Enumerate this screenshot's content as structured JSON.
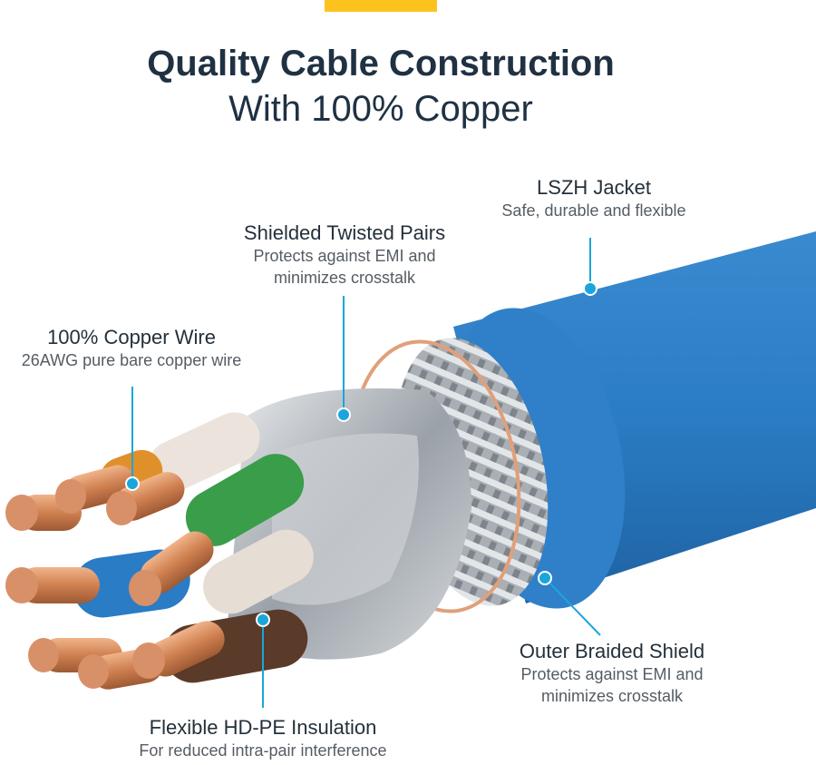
{
  "header": {
    "title": "Quality Cable Construction",
    "subtitle": "With 100% Copper",
    "accent_color": "#fcc31e"
  },
  "callouts": [
    {
      "id": "jacket",
      "heading": "LSZH Jacket",
      "lines": [
        "Safe, durable and flexible"
      ]
    },
    {
      "id": "pairs",
      "heading": "Shielded Twisted Pairs",
      "lines": [
        "Protects against EMI and",
        "minimizes crosstalk"
      ]
    },
    {
      "id": "copper",
      "heading": "100% Copper Wire",
      "lines": [
        "26AWG pure bare copper wire"
      ]
    },
    {
      "id": "braid",
      "heading": "Outer Braided Shield",
      "lines": [
        "Protects against EMI and",
        "minimizes crosstalk"
      ]
    },
    {
      "id": "insulation",
      "heading": "Flexible HD-PE Insulation",
      "lines": [
        "For reduced intra-pair interference"
      ]
    }
  ],
  "colors": {
    "jacket": "#2a7cc4",
    "callout_line": "#1aa6dc",
    "copper": "#d0875a",
    "foil": "#b9bec4",
    "green_insulation": "#3a9d4a",
    "blue_insulation": "#2a7cc4",
    "white_insulation": "#ece4dc",
    "brown_insulation": "#5a3a28",
    "orange_insulation": "#e0902a"
  }
}
